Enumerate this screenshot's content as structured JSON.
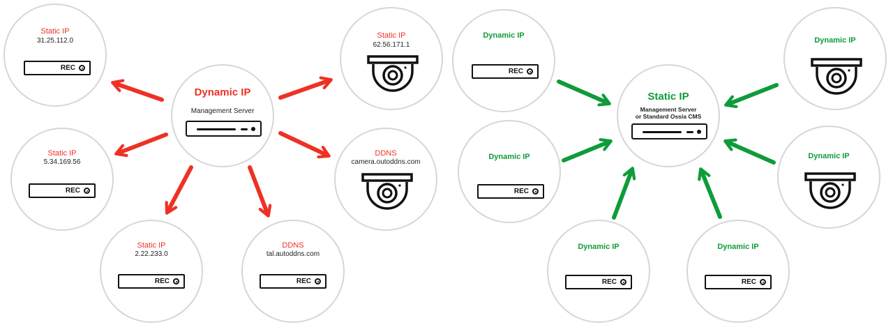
{
  "left_diagram": {
    "hub": {
      "title": "Dynamic IP",
      "subtitle": "Management Server"
    },
    "nodes": [
      {
        "type": "Static IP",
        "value": "31.25.112.0",
        "rec_label": "REC"
      },
      {
        "type": "Static IP",
        "value": "5.34.169.56",
        "rec_label": "REC"
      },
      {
        "type": "Static IP",
        "value": "2.22.233.0",
        "rec_label": "REC"
      },
      {
        "type": "DDNS",
        "value": "tal.autoddns.com",
        "rec_label": "REC"
      },
      {
        "type": "Static IP",
        "value": "62.56.171.1",
        "icon": "dome-camera-icon"
      },
      {
        "type": "DDNS",
        "value": "camera.outoddns.com",
        "icon": "dome-camera-icon"
      }
    ],
    "accent_color": "#ee3124"
  },
  "right_diagram": {
    "hub": {
      "title": "Static IP",
      "subtitle_line1": "Management Server",
      "subtitle_line2": "or Standard Ossia CMS"
    },
    "nodes": [
      {
        "type": "Dynamic IP",
        "rec_label": "REC"
      },
      {
        "type": "Dynamic IP",
        "rec_label": "REC"
      },
      {
        "type": "Dynamic IP",
        "rec_label": "REC"
      },
      {
        "type": "Dynamic IP",
        "rec_label": "REC"
      },
      {
        "type": "Dynamic IP",
        "icon": "dome-camera-icon"
      },
      {
        "type": "Dynamic IP",
        "icon": "dome-camera-icon"
      }
    ],
    "accent_color": "#0f9b3a"
  }
}
